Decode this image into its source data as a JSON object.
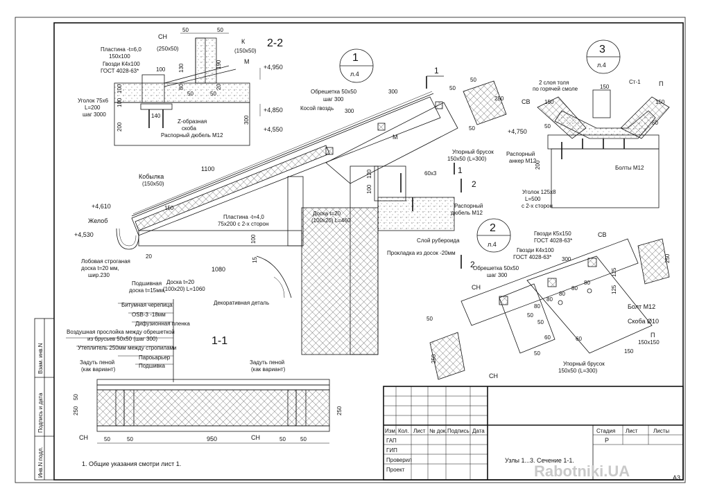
{
  "sheet_label": "A3",
  "watermark": "Rabotniki.UA",
  "section_22": {
    "title": "2-2",
    "labels": {
      "sn": "СН",
      "sn_size": "(250x50)",
      "k": "К",
      "k_size": "(150x50)",
      "plate": "Пластина -t=6,0",
      "plate_size": "150x100",
      "nails": "Гвозди К4х100",
      "nails_gost": "ГОСТ 4028-63*",
      "angle": "Уголок 75х6",
      "angle_len": "L=200",
      "angle_step": "шаг 3000",
      "zbracket": "Z-образная",
      "zbracket2": "скоба",
      "anchor": "Распорный дюбель М12",
      "m": "М"
    },
    "dims": [
      "50",
      "50",
      "50",
      "50",
      "100",
      "130",
      "190",
      "80",
      "20",
      "100",
      "100",
      "140",
      "200",
      "300"
    ],
    "levels": [
      "+4,950",
      "+4,850",
      "+4,550"
    ]
  },
  "callouts": [
    {
      "num": "1",
      "sheet": "л.4"
    },
    {
      "num": "3",
      "sheet": "л.4"
    },
    {
      "num": "2",
      "sheet": "л.4"
    }
  ],
  "section_marks": [
    "1",
    "1",
    "2",
    "2"
  ],
  "main_detail": {
    "labels": {
      "lathing": "Обрешетка 50х50",
      "lathing_step": "шаг 300",
      "nail": "Косой гвоздь",
      "m": "М",
      "sv": "СВ",
      "stop_bar": "Упорный брусок",
      "stop_bar_size": "150х50 (L=300)",
      "screw": "60х3",
      "kobylka": "Кобылка",
      "kobylka_size": "(150х50)",
      "anchor": "Распорный",
      "anchor2": "дюбель М12",
      "gutter": "Желоб",
      "plate": "Пластина -t=4,0",
      "plate_size": "75х200 с 2-х сторон",
      "board": "Доска t=20",
      "board_size": "(100x20) L=460",
      "ruberoid": "Слой рубероида",
      "gasket": "Прокладка из досок -20мм",
      "fascia": "Лобовая строганая",
      "fascia2": "доска t=20 мм,",
      "fascia3": "шир.230",
      "soffit": "Подшивная",
      "soffit2": "доска t=15мм,",
      "board2": "Доска t=20",
      "board2_size": "(100x20) L=1060",
      "decor": "Декоративная деталь"
    },
    "dims": [
      "300",
      "300",
      "50",
      "50",
      "250",
      "50",
      "1100",
      "150",
      "100",
      "120",
      "100",
      "20",
      "1080",
      "15"
    ],
    "levels": [
      "+4,750",
      "+4,610",
      "+4,530"
    ]
  },
  "node3": {
    "labels": {
      "roofing": "2 слоя толя",
      "roofing2": "по горячей смоле",
      "st": "Ст-1",
      "p": "П",
      "anchor": "Распорный",
      "anchor2": "анкер М12",
      "bolts": "Болты М12",
      "angle": "Уголок 125х8",
      "angle_len": "L=500",
      "angle_sides": "с 2-х сторон"
    },
    "dims": [
      "150",
      "150",
      "150",
      "50",
      "50",
      "200"
    ]
  },
  "node2": {
    "labels": {
      "nails1": "Гвозди К5х150",
      "nails1_gost": "ГОСТ 4028-63*",
      "nails2": "Гвозди К4х100",
      "nails2_gost": "ГОСТ 4028-63*",
      "lathing": "Обрешетка 50х50",
      "lathing_step": "шаг 300",
      "sv": "СВ",
      "sn": "СН",
      "sn2": "СН",
      "bolt": "Болт М12",
      "clip": "Скоба Ø10",
      "p": "П",
      "p_size": "150х150",
      "stop_bar": "Упорный брусок",
      "stop_bar_size": "150х50 (L=300)"
    },
    "dims": [
      "300",
      "250",
      "125",
      "125",
      "80",
      "80",
      "80",
      "80",
      "80",
      "50",
      "50",
      "60",
      "60",
      "50",
      "50",
      "250",
      "150"
    ]
  },
  "layers": {
    "title": "1-1",
    "items": [
      "Битумная черепица",
      "OSB-3 -18мм",
      "Дифузионная пленка",
      "Воздушная прослойка между обрешеткой",
      "из брусьев 50х50 (шаг 300)",
      "Утеплитель 250мм между стропилами",
      "Пароьарьер",
      "Подшивка"
    ],
    "foam1": "Задуть пеной",
    "foam1b": "(как вариант)",
    "foam2": "Задуть пеной",
    "foam2b": "(как вариант)",
    "sn1": "СН",
    "sn2": "СН",
    "dims": [
      "50",
      "250",
      "50",
      "50",
      "950",
      "50",
      "50",
      "250"
    ]
  },
  "general_note": "1. Общие указания смотри лист 1.",
  "side_stamp": [
    "Взам. инв.N",
    "Подпись и дата",
    "Инв.N подл."
  ],
  "title_block": {
    "headers": [
      "Изм.",
      "Кол.",
      "Лист",
      "№ док.",
      "Подпись",
      "Дата"
    ],
    "roles": [
      "ГАП",
      "ГИП",
      "Проверил",
      "Проект"
    ],
    "stage_label": "Стадия",
    "sheet_label": "Лист",
    "sheets_label": "Листы",
    "stage_value": "Р",
    "title": "Узлы 1...3. Сечение 1-1."
  }
}
